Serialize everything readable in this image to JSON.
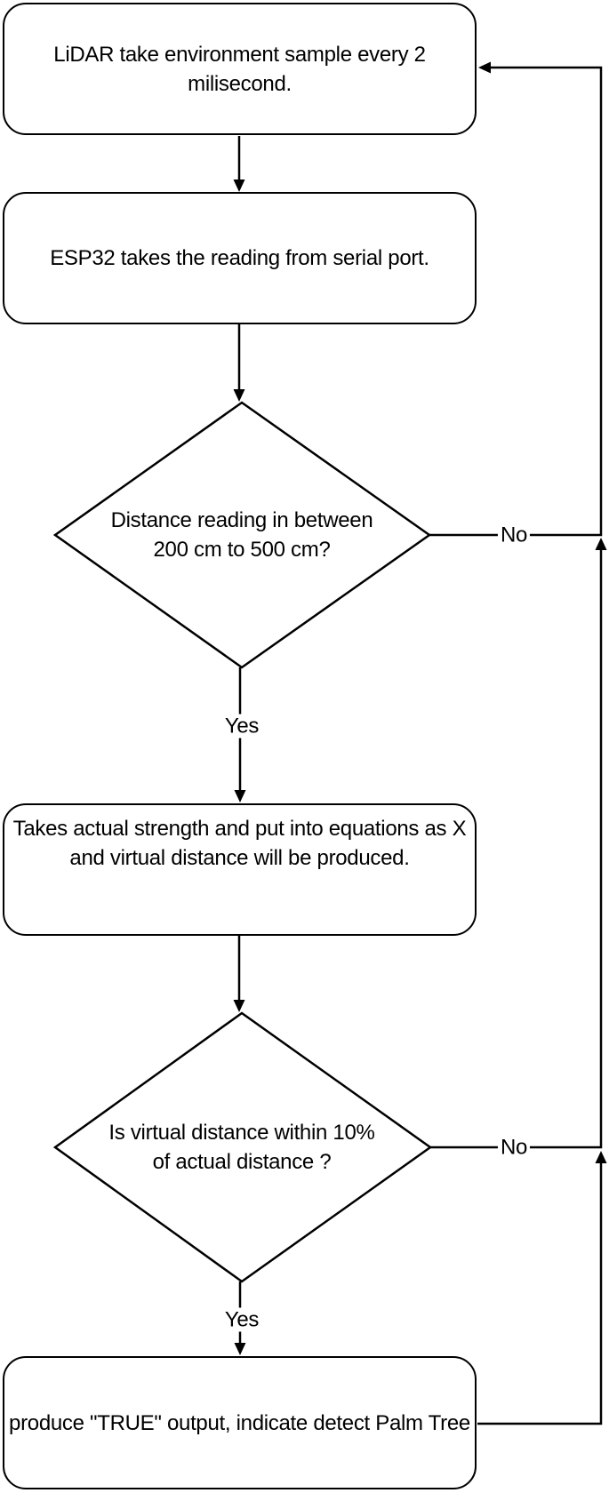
{
  "diagram": {
    "type": "flowchart",
    "colors": {
      "background": "#ffffff",
      "stroke": "#000000",
      "text": "#000000",
      "node_fill": "#ffffff"
    },
    "nodes": {
      "lidar": {
        "shape": "rounded-rectangle",
        "lines": [
          "LiDAR take environment sample every 2",
          "milisecond."
        ]
      },
      "esp32": {
        "shape": "rounded-rectangle",
        "lines": [
          "ESP32 takes the reading from serial port."
        ]
      },
      "distance_check": {
        "shape": "diamond",
        "lines": [
          "Distance reading in between",
          "200 cm to 500 cm?"
        ]
      },
      "equation": {
        "shape": "rounded-rectangle",
        "lines": [
          "Takes actual strength and put into equations as X",
          "and virtual distance will be produced."
        ]
      },
      "virtual_check": {
        "shape": "diamond",
        "lines": [
          "Is virtual distance within 10%",
          "of actual distance ?"
        ]
      },
      "output": {
        "shape": "rounded-rectangle",
        "lines": [
          "produce \"TRUE\" output, indicate detect Palm Tree"
        ]
      }
    },
    "edge_labels": {
      "distance_yes": "Yes",
      "distance_no": "No",
      "virtual_yes": "Yes",
      "virtual_no": "No"
    }
  }
}
